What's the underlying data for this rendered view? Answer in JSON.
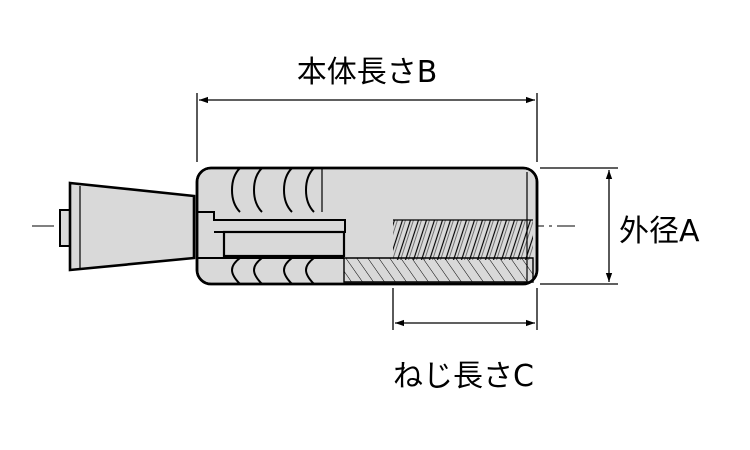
{
  "labels": {
    "body_length": "本体長さB",
    "outer_diameter": "外径A",
    "thread_length": "ねじ長さC"
  }
}
